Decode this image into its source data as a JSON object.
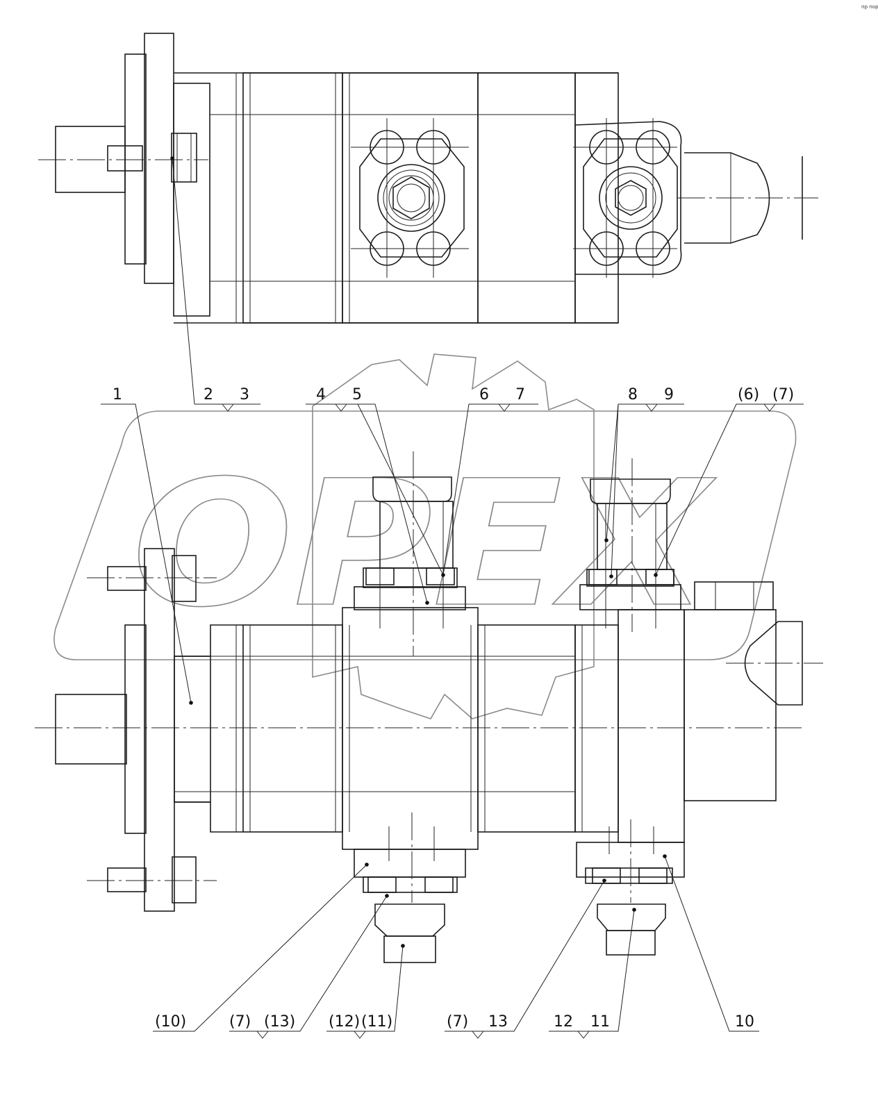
{
  "corner_mark": "пр пор",
  "watermark_text": "OPEX",
  "callouts_top": [
    "1",
    "2",
    "3",
    "4",
    "5",
    "6",
    "7",
    "8",
    "9",
    "(6)",
    "(7)"
  ],
  "callouts_bottom": [
    "(10)",
    "(7)",
    "(13)",
    "(12)",
    "(11)",
    "(7)",
    "13",
    "12",
    "11",
    "10"
  ]
}
